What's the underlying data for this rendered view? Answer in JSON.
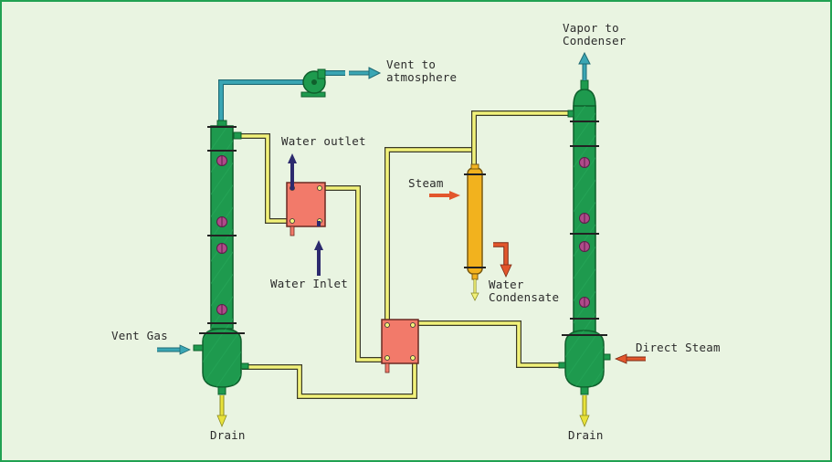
{
  "labels": {
    "vent_to_atmosphere": [
      "Vent to",
      "atmosphere"
    ],
    "vapor_to_condenser": [
      "Vapor to",
      "Condenser"
    ],
    "water_outlet": "Water outlet",
    "water_inlet": "Water Inlet",
    "steam": "Steam",
    "water_condensate": [
      "Water",
      "Condensate"
    ],
    "vent_gas": "Vent Gas",
    "direct_steam": "Direct Steam",
    "drain_left": "Drain",
    "drain_right": "Drain"
  },
  "colors": {
    "background": "#e9f4e1",
    "border": "#21a152",
    "column": "#1e9a4e",
    "column_dark": "#0f5f2c",
    "process_pipe": "#f2f27a",
    "vent_pipe": "#3aa6b4",
    "heat_exchanger": "#f27a6a",
    "condenser": "#f2b21e",
    "water_arrow": "#2c2a6e",
    "steam_arrow": "#e2562c",
    "drain_arrow": "#e8e23a",
    "manway": "#b04a8a"
  },
  "icons": {
    "pump": "centrifugal-pump-icon",
    "manway": "manway-icon",
    "plate_exchanger": "plate-heat-exchanger-icon",
    "shell_tube": "shell-tube-condenser-icon"
  }
}
